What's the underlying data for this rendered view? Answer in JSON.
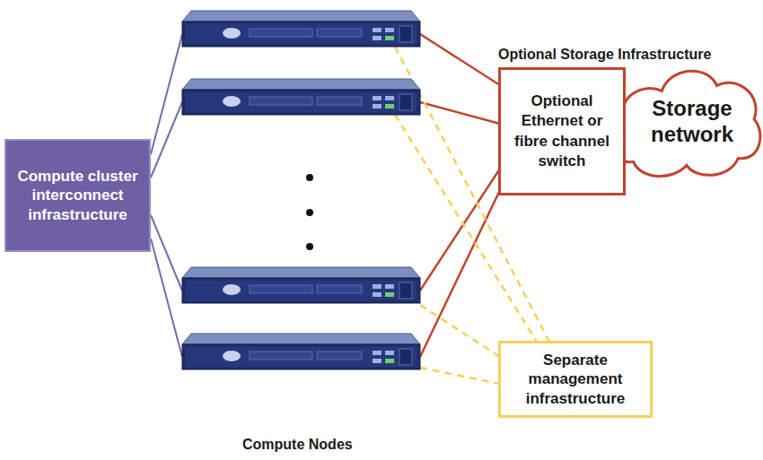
{
  "diagram": {
    "nodes": [
      {
        "text": [
          "Compute cluster interconnect infrastructure"
        ]
      },
      {
        "text": [
          "Optional Ethernet or fibre channel switch"
        ]
      },
      {
        "text": [
          "Storage network"
        ]
      },
      {
        "text": [
          "Separate management infrastructure"
        ]
      }
    ],
    "labels": [
      "Optional Storage Infrastructure",
      "Compute Nodes"
    ]
  }
}
